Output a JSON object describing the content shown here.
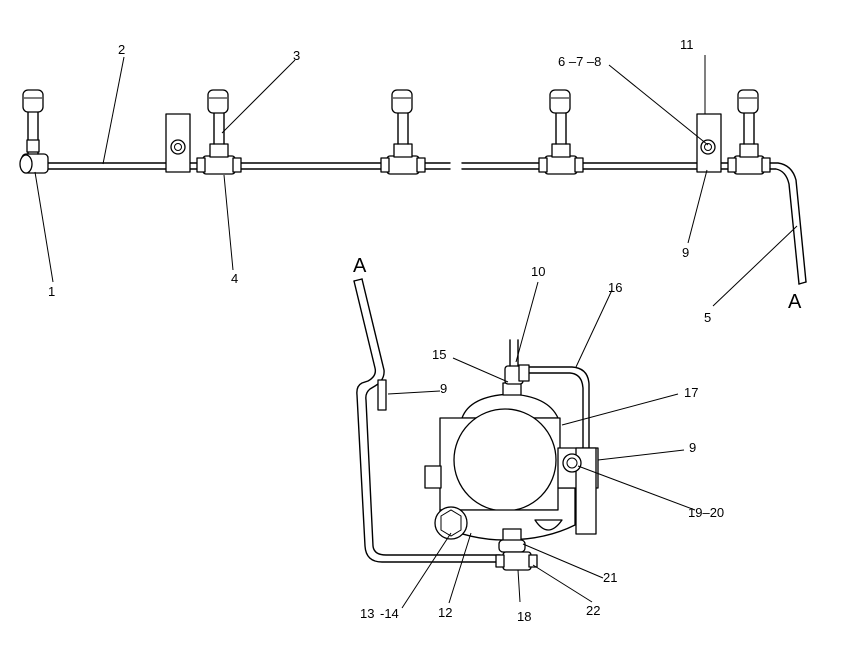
{
  "labels": {
    "l1": "1",
    "l2": "2",
    "l3": "3",
    "l4": "4",
    "l5": "5",
    "l678": "6 –7 –8",
    "l9a": "9",
    "l9b": "9",
    "l9c": "9",
    "l10": "10",
    "l11": "11",
    "l12": "12",
    "l13": "13",
    "l14": "-14",
    "l15": "15",
    "l16": "16",
    "l17": "17",
    "l18": "18",
    "l1920": "19–20",
    "l21": "21",
    "l22": "22",
    "lA1": "A",
    "lA2": "A"
  }
}
